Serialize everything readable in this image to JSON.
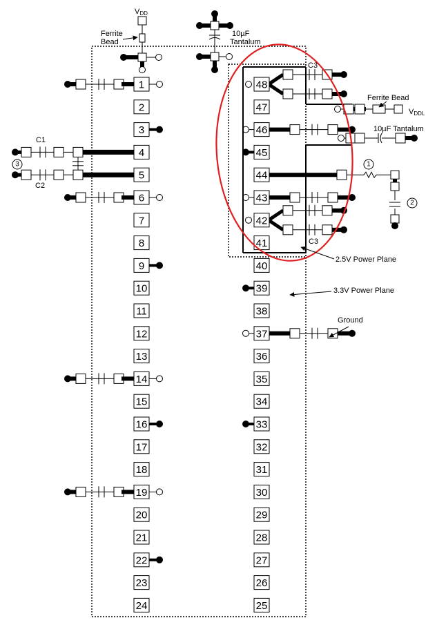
{
  "diagram": {
    "left_pins": [
      "1",
      "2",
      "3",
      "4",
      "5",
      "6",
      "7",
      "8",
      "9",
      "10",
      "11",
      "12",
      "13",
      "14",
      "15",
      "16",
      "17",
      "18",
      "19",
      "20",
      "21",
      "22",
      "23",
      "24"
    ],
    "right_pins": [
      "48",
      "47",
      "46",
      "45",
      "44",
      "43",
      "42",
      "41",
      "40",
      "39",
      "38",
      "37",
      "36",
      "35",
      "34",
      "33",
      "32",
      "31",
      "30",
      "29",
      "28",
      "27",
      "26",
      "25"
    ],
    "labels": {
      "vdd_main": "V",
      "vdd_main_sub": "DD",
      "ferrite_top_line1": "Ferrite",
      "ferrite_top_line2": "Bead",
      "tantalum_top_line1": "10µF",
      "tantalum_top_line2": "Tantalum",
      "c3_top": "C3",
      "ferrite_right": "Ferrite Bead",
      "vddl": "V",
      "vddl_sub": "DDL",
      "tantalum_right": "10µF Tantalum",
      "marker_1": "1",
      "marker_2": "2",
      "marker_3": "3",
      "c1": "C1",
      "c2": "C2",
      "c3_bottom": "C3",
      "plane_25": "2.5V Power Plane",
      "plane_33": "3.3V Power Plane",
      "ground": "Ground"
    },
    "colors": {
      "highlight_ellipse": "#e02020",
      "ink": "#000000"
    }
  }
}
